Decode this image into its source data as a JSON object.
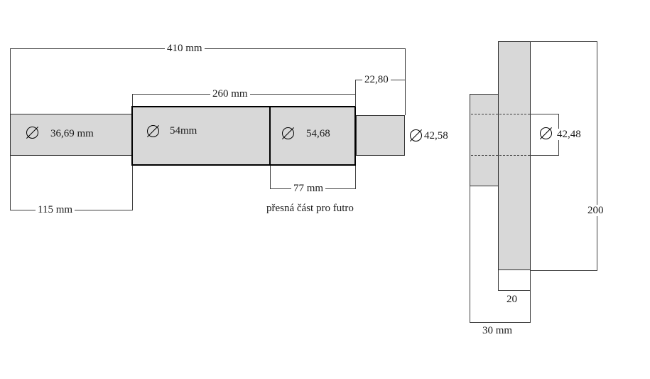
{
  "drawing": {
    "background": "#ffffff",
    "part_fill": "#d8d8d8",
    "line_color": "#3f3f3f",
    "front_view": {
      "dim_total_length": "410 mm",
      "dim_mid_length": "260 mm",
      "dim_right_offset": "22,80",
      "dim_left_length": "115 mm",
      "dim_futro_length": "77 mm",
      "dia_left": "36,69 mm",
      "dia_mid": "54mm",
      "dia_mid_right": "54,68",
      "dia_right": "42,58",
      "note": "přesná část pro futro"
    },
    "side_view": {
      "dia_bore": "42,48",
      "dim_height": "200",
      "dim_disc_thickness": "20",
      "dim_total_thickness": "30 mm"
    }
  }
}
